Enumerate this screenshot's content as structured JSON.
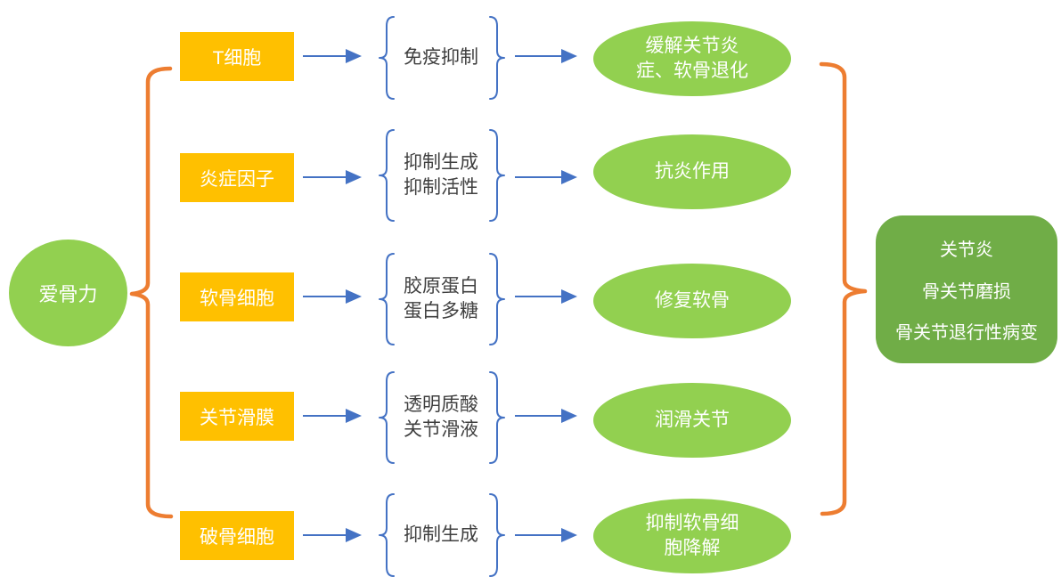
{
  "root": {
    "label": "爱骨力"
  },
  "rows": [
    {
      "source": "T细胞",
      "mechanism_lines": [
        "免疫抑制"
      ],
      "effect_lines": [
        "缓解关节炎",
        "症、软骨退化"
      ]
    },
    {
      "source": "炎症因子",
      "mechanism_lines": [
        "抑制生成",
        "抑制活性"
      ],
      "effect_lines": [
        "抗炎作用"
      ]
    },
    {
      "source": "软骨细胞",
      "mechanism_lines": [
        "胶原蛋白",
        "蛋白多糖"
      ],
      "effect_lines": [
        "修复软骨"
      ]
    },
    {
      "source": "关节滑膜",
      "mechanism_lines": [
        "透明质酸",
        "关节滑液"
      ],
      "effect_lines": [
        "润滑关节"
      ]
    },
    {
      "source": "破骨细胞",
      "mechanism_lines": [
        "抑制生成"
      ],
      "effect_lines": [
        "抑制软骨细",
        "胞降解"
      ]
    }
  ],
  "result": {
    "lines": [
      "关节炎",
      "骨关节磨损",
      "骨关节退行性病变"
    ]
  },
  "colors": {
    "light_green": "#92D050",
    "dark_green": "#70AD47",
    "gold": "#FFC000",
    "orange": "#ED7D31",
    "blue": "#4472C4",
    "text_dark": "#404040",
    "text_light": "#FFFFFF"
  }
}
